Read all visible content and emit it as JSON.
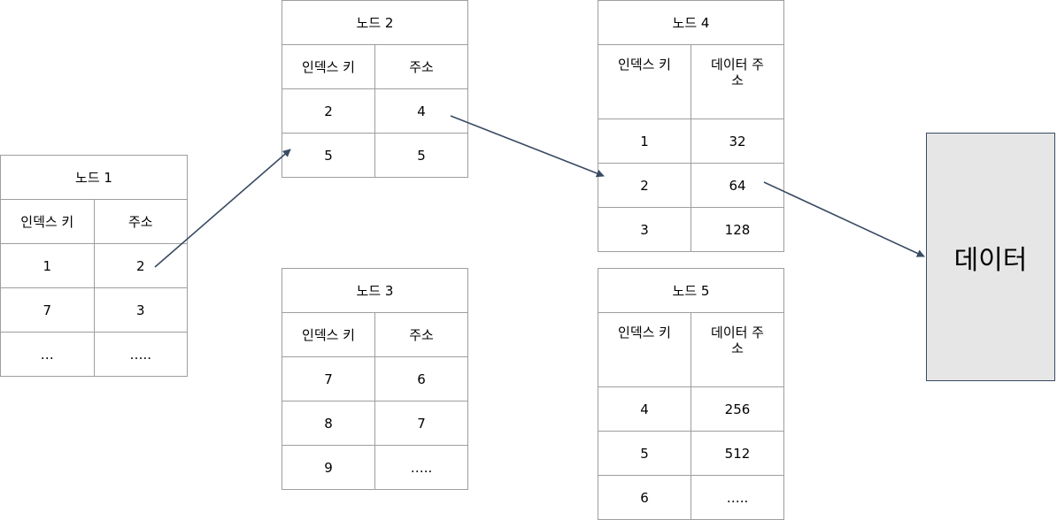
{
  "nodes": [
    {
      "title": "노드 1",
      "col1": "인덱스 키",
      "col2": "주소",
      "rows": [
        [
          "1",
          "2"
        ],
        [
          "7",
          "3"
        ],
        [
          "…",
          "….."
        ]
      ]
    },
    {
      "title": "노드 2",
      "col1": "인덱스 키",
      "col2": "주소",
      "rows": [
        [
          "2",
          "4"
        ],
        [
          "5",
          "5"
        ]
      ]
    },
    {
      "title": "노드 3",
      "col1": "인덱스 키",
      "col2": "주소",
      "rows": [
        [
          "7",
          "6"
        ],
        [
          "8",
          "7"
        ],
        [
          "9",
          "….."
        ]
      ]
    },
    {
      "title": "노드 4",
      "col1": "인덱스 키",
      "col2_line1": "데이터 주",
      "col2_line2": "소",
      "rows": [
        [
          "1",
          "32"
        ],
        [
          "2",
          "64"
        ],
        [
          "3",
          "128"
        ]
      ]
    },
    {
      "title": "노드 5",
      "col1": "인덱스 키",
      "col2_line1": "데이터 주",
      "col2_line2": "소",
      "rows": [
        [
          "4",
          "256"
        ],
        [
          "5",
          "512"
        ],
        [
          "6",
          "….."
        ]
      ]
    }
  ],
  "data_box": {
    "label": "데이터"
  },
  "colors": {
    "arrow": "#394b63",
    "box_fill": "#e6e6e6",
    "border": "#9e9e9e"
  }
}
